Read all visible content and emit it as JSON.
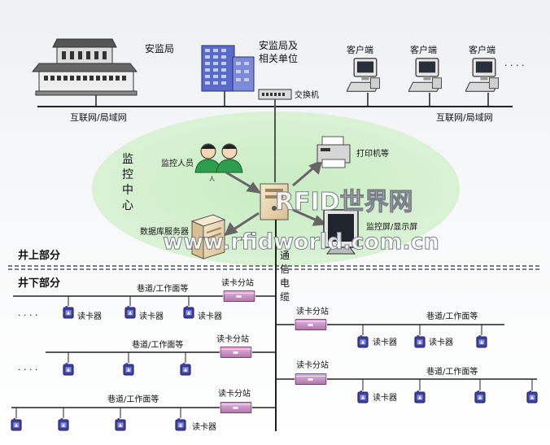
{
  "top": {
    "safety_bureau": "安监局",
    "bureau_related_line1": "安监局及",
    "bureau_related_line2": "相关单位",
    "client": "客户端",
    "ellipsis": "· · · ·",
    "switch": "交换机",
    "network": "互联网/局域网"
  },
  "monitor_center": {
    "title_chars": [
      "监",
      "控",
      "中",
      "心"
    ],
    "staff": "监控人员",
    "staff_tag": "人",
    "printer": "打印机等",
    "db_server": "数据库服务器",
    "display": "监控屏/显示屏"
  },
  "sections": {
    "above_ground": "井上部分",
    "underground": "井下部分",
    "cable_chars": [
      "通",
      "信",
      "电",
      "缆"
    ]
  },
  "underground": {
    "tunnel": "巷道/工作面等",
    "substation": "读卡分站",
    "reader": "读卡器",
    "ellipsis": "· · · ·"
  },
  "watermark": {
    "line1": "RFID世界网",
    "line2": "www.rfidworld.com.cn"
  },
  "colors": {
    "ellipse": "#cdeec8",
    "reader_fill": "#3d3f9e",
    "substation_fill": "#c98ac4",
    "building_blue": "#5a6ac8"
  }
}
